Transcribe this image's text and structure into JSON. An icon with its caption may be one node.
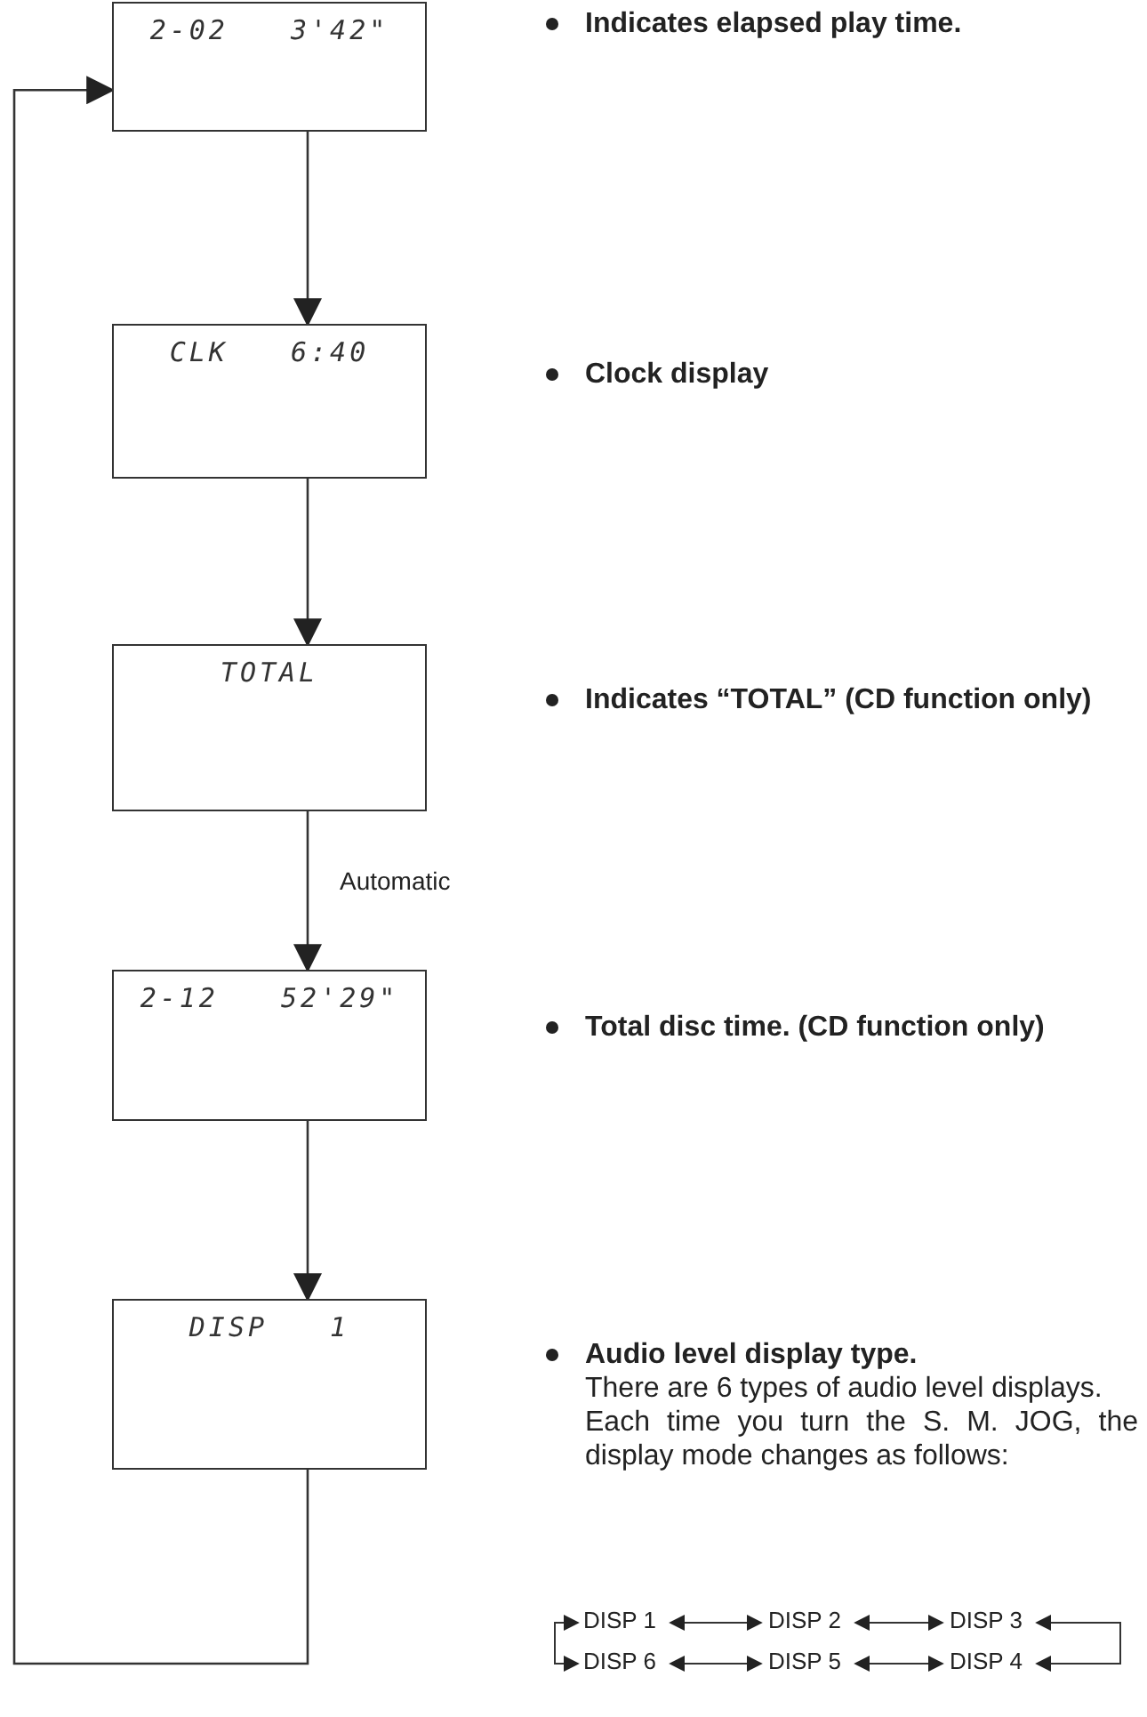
{
  "diagram": {
    "nodes": [
      {
        "text": [
          "2-02 3'42\""
        ]
      },
      {
        "text": [
          "CLK 6:40"
        ]
      },
      {
        "text": [
          "TOTAL"
        ]
      },
      {
        "text": [
          "2-12 52'29\""
        ]
      },
      {
        "text": [
          "DISP 1"
        ],
        "beside": [
          "Audio level display type.",
          "There are 6 types of audio level displays.",
          "Each time you turn the S. M. JOG, the display mode changes as follows:"
        ]
      },
      {
        "text": [
          "DISP 1"
        ]
      },
      {
        "text": [
          "DISP 2"
        ]
      },
      {
        "text": [
          "DISP 3"
        ]
      },
      {
        "text": [
          "DISP 6"
        ]
      },
      {
        "text": [
          "DISP 5"
        ]
      },
      {
        "text": [
          "DISP 4"
        ]
      }
    ],
    "edges": [
      {
        "from": 0,
        "to": 1,
        "arrow": "to"
      },
      {
        "from": 1,
        "to": 2,
        "arrow": "to"
      },
      {
        "from": 2,
        "to": 3,
        "arrow": "to",
        "label": "Automatic"
      },
      {
        "from": 3,
        "to": 4,
        "arrow": "to"
      },
      {
        "from": 4,
        "to": 0,
        "arrow": "to"
      },
      {
        "from": 5,
        "to": 6,
        "arrow": "both"
      },
      {
        "from": 6,
        "to": 7,
        "arrow": "both"
      },
      {
        "from": 7,
        "to": 10,
        "arrow": "both"
      },
      {
        "from": 8,
        "to": 9,
        "arrow": "both"
      },
      {
        "from": 9,
        "to": 10,
        "arrow": "both"
      },
      {
        "from": 5,
        "to": 8,
        "arrow": "both"
      }
    ],
    "labels": [
      "Indicates elapsed play time.",
      "Clock display",
      "Indicates “TOTAL” (CD function only)",
      "Total disc time. (CD function only)"
    ]
  }
}
